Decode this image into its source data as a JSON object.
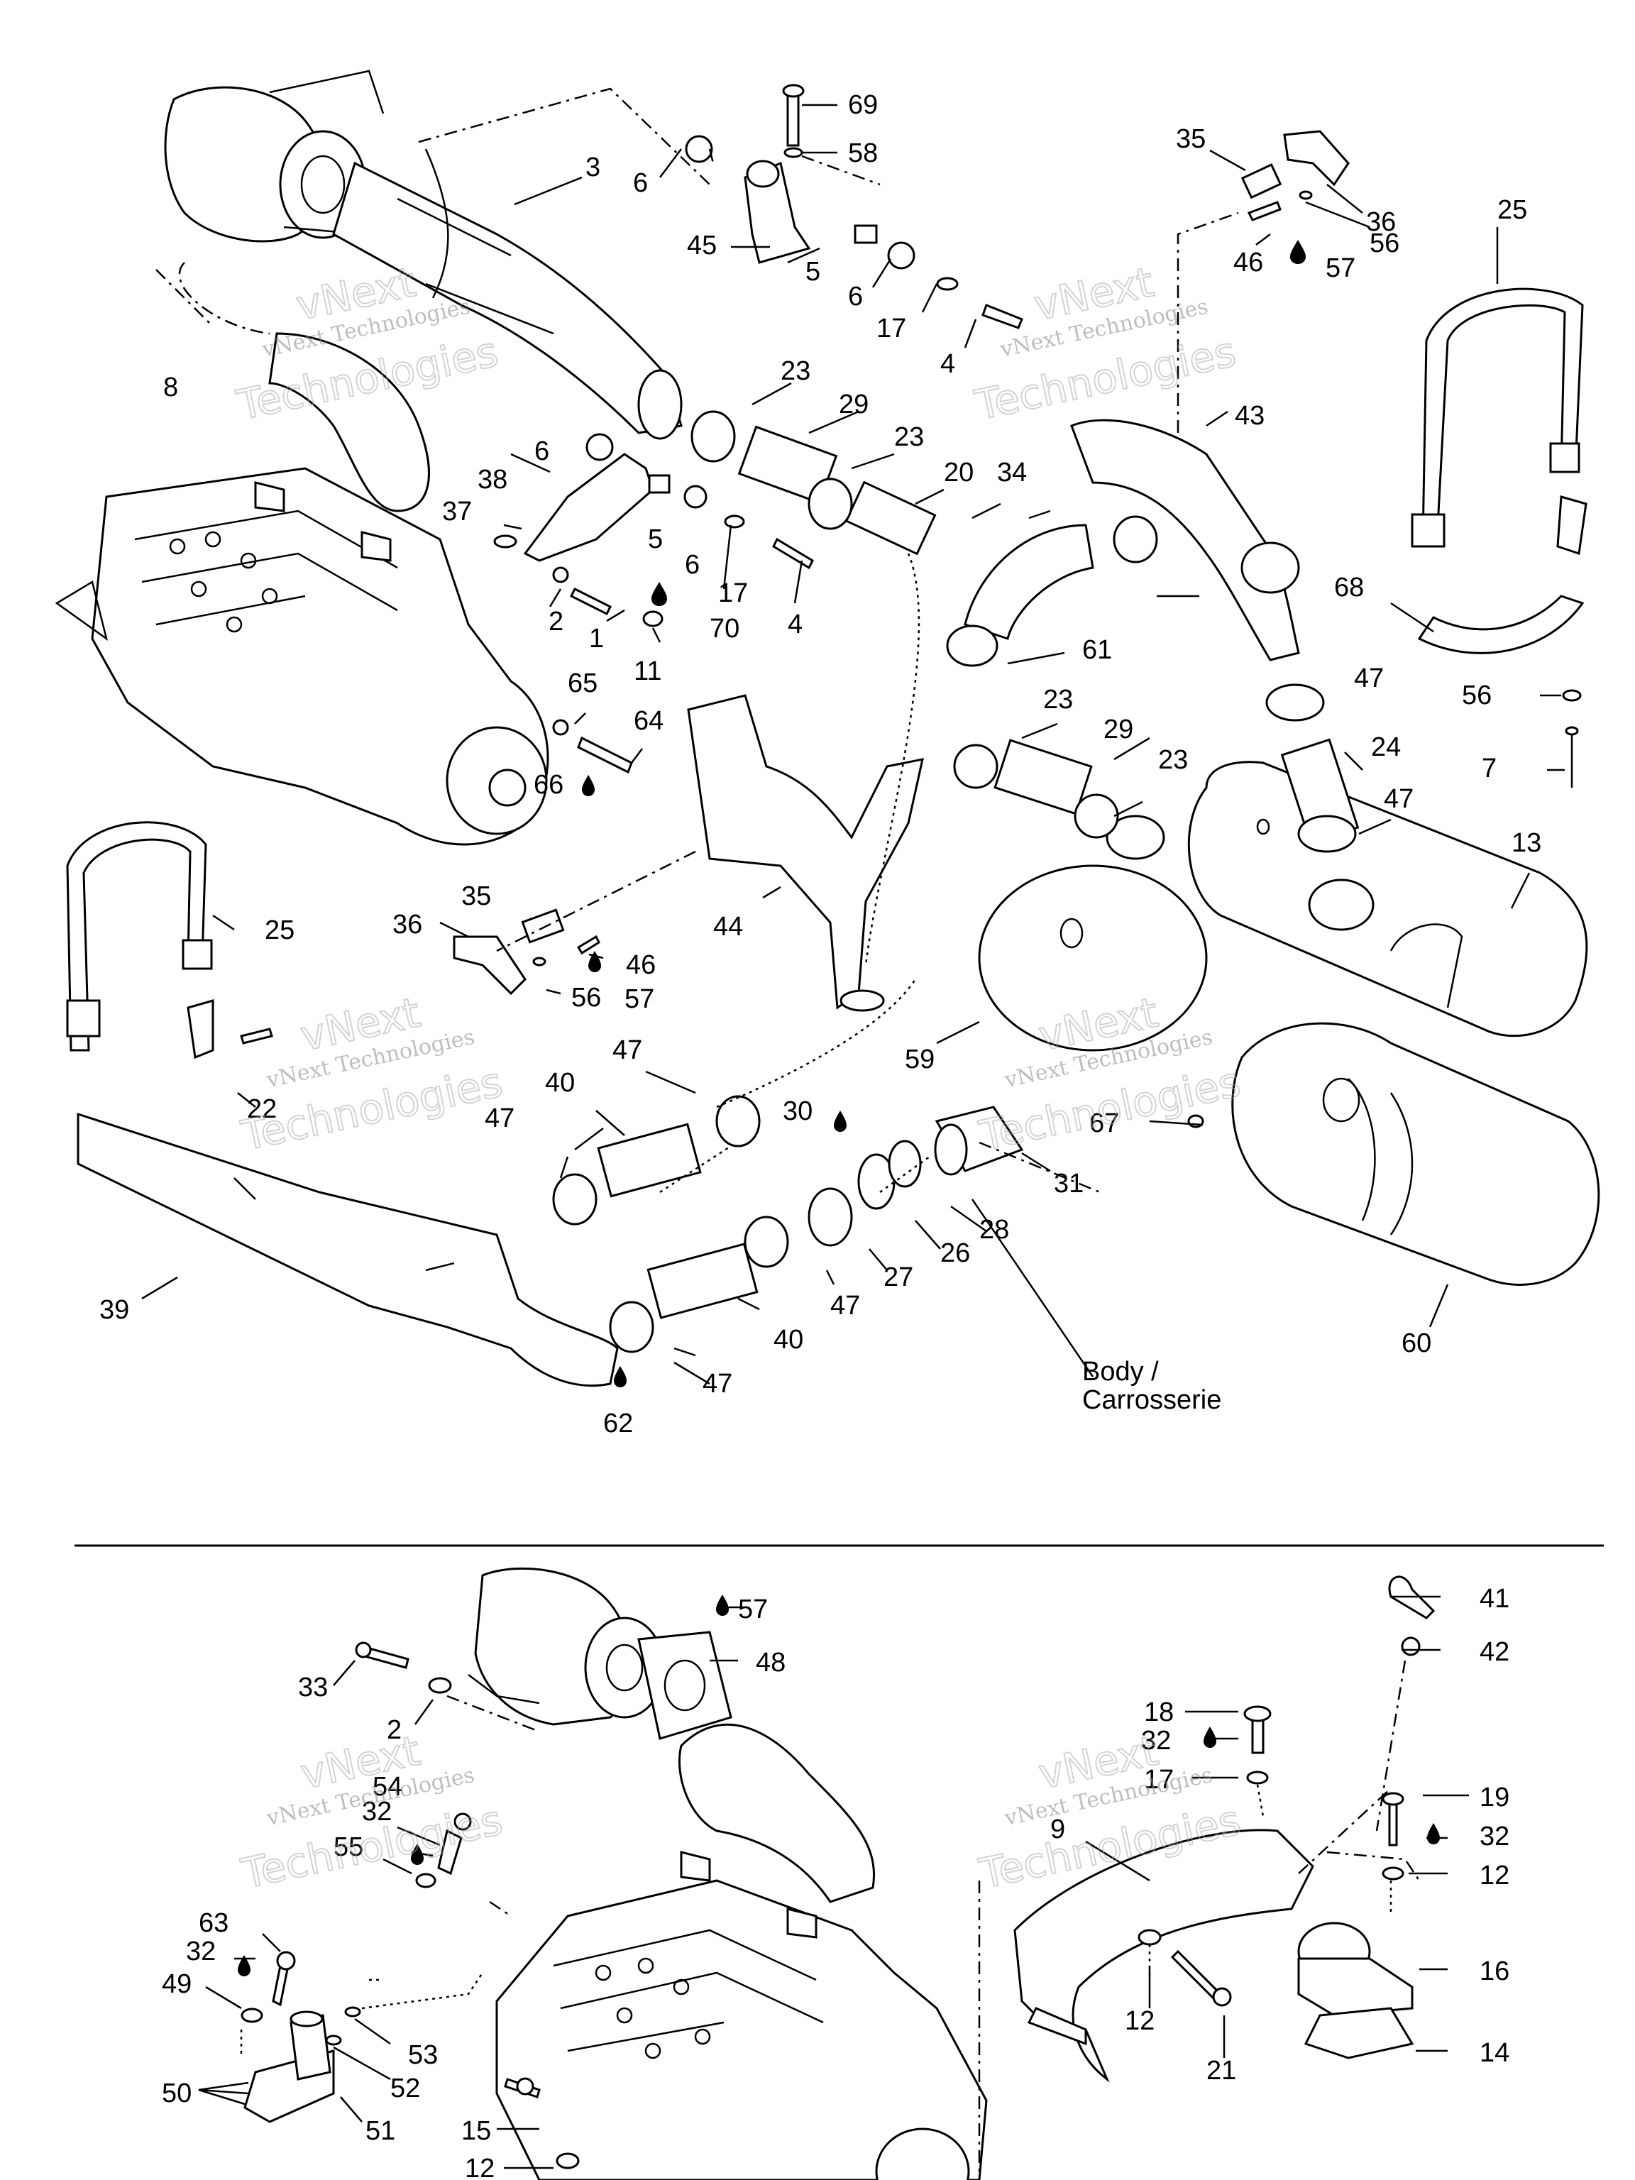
{
  "watermark": {
    "line1": "vNext Technologies",
    "line2": "Technologies",
    "line3": "vNext"
  },
  "note": {
    "line1": "Body /",
    "line2": "Carrosserie"
  },
  "callouts": {
    "c69": "69",
    "c58": "58",
    "c3": "3",
    "c6a": "6",
    "c45": "45",
    "c5a": "5",
    "c6b": "6",
    "c17a": "17",
    "c4a": "4",
    "c35a": "35",
    "c36a": "36",
    "c56a": "56",
    "c46a": "46",
    "c57a": "57",
    "c25a": "25",
    "c8": "8",
    "c23a": "23",
    "c29a": "29",
    "c23b": "23",
    "c20": "20",
    "c34": "34",
    "c43": "43",
    "c6c": "6",
    "c38": "38",
    "c37": "37",
    "c5b": "5",
    "c6d": "6",
    "c17b": "17",
    "c4b": "4",
    "c2a": "2",
    "c1": "1",
    "c70": "70",
    "c11": "11",
    "c61": "61",
    "c68": "68",
    "c47a": "47",
    "c56b": "56",
    "c7": "7",
    "c65": "65",
    "c64": "64",
    "c66": "66",
    "c23c": "23",
    "c29b": "29",
    "c24": "24",
    "c23d": "23",
    "c47b": "47",
    "c13": "13",
    "c25b": "25",
    "c35b": "35",
    "c36b": "36",
    "c46b": "46",
    "c44": "44",
    "c56c": "56",
    "c57b": "57",
    "c47c": "47",
    "c59": "59",
    "c67": "67",
    "c22": "22",
    "c40a": "40",
    "c47d": "47",
    "c30": "30",
    "c31": "31",
    "c28": "28",
    "c26": "26",
    "c27": "27",
    "c47e": "47",
    "c39": "39",
    "c40b": "40",
    "c47f": "47",
    "c62": "62",
    "c60": "60",
    "c57c": "57",
    "c48": "48",
    "c41": "41",
    "c42": "42",
    "c33": "33",
    "c2b": "2",
    "c18": "18",
    "c32a": "32",
    "c17c": "17",
    "c54": "54",
    "c32b": "32",
    "c9": "9",
    "c19": "19",
    "c32c": "32",
    "c55": "55",
    "c12a": "12",
    "c63": "63",
    "c32d": "32",
    "c49": "49",
    "c16": "16",
    "c53": "53",
    "c12b": "12",
    "c52": "52",
    "c21": "21",
    "c14": "14",
    "c50": "50",
    "c51": "51",
    "c15": "15",
    "c12c": "12"
  }
}
